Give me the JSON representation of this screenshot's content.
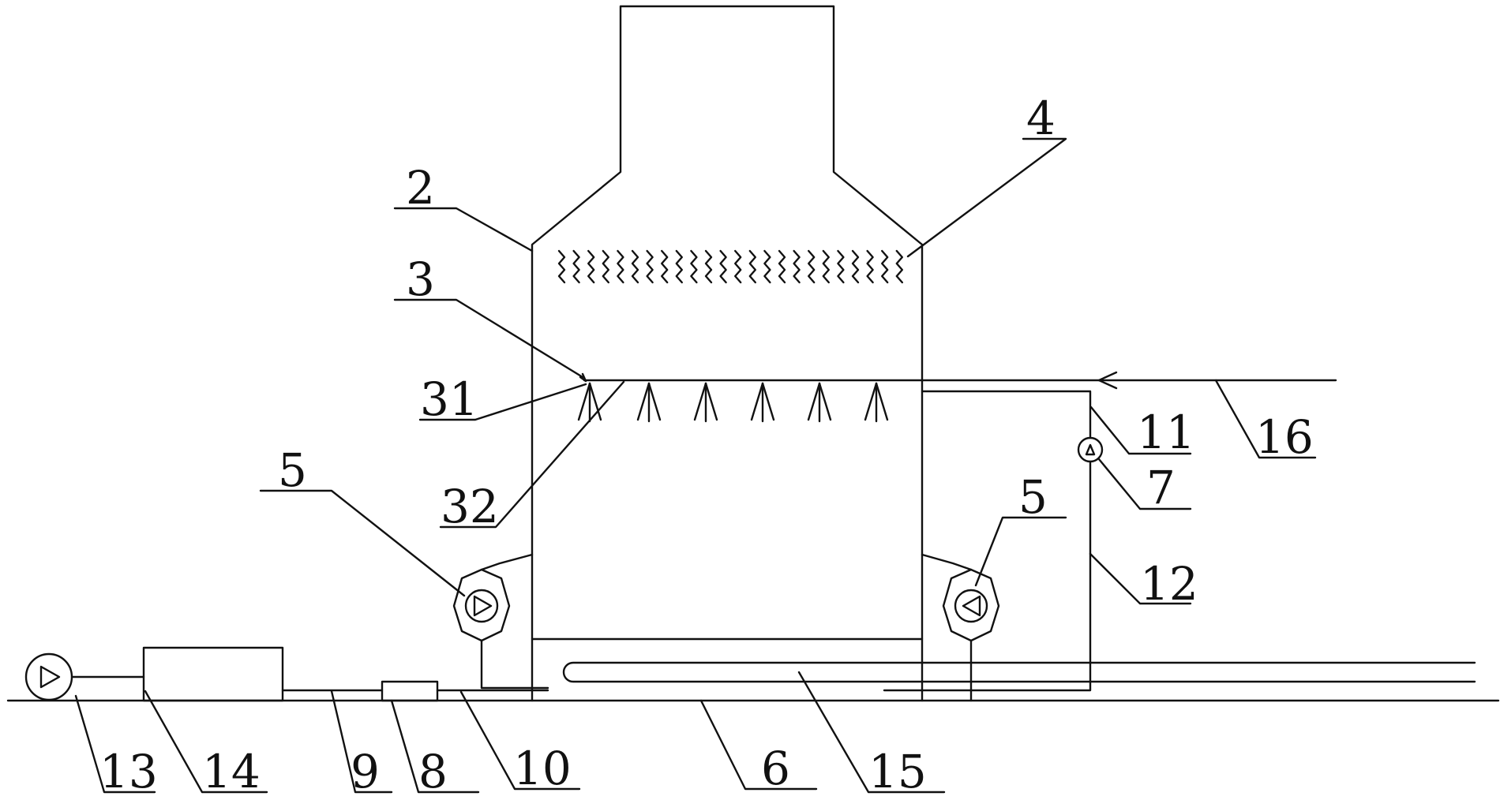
{
  "labels": {
    "l2": "2",
    "l3": "3",
    "l4": "4",
    "l31": "31",
    "l32": "32",
    "l5_left": "5",
    "l5_right": "5",
    "l11": "11",
    "l16": "16",
    "l7": "7",
    "l12": "12",
    "l13": "13",
    "l14": "14",
    "l9": "9",
    "l8": "8",
    "l10": "10",
    "l6": "6",
    "l15": "15"
  },
  "icons": {
    "blower_left": "triangle-right-pump-icon",
    "blower_right": "triangle-left-pump-icon",
    "pump_13": "triangle-right-pump-icon",
    "pump_7": "triangle-up-pump-icon",
    "flow_arrow_16": "arrow-left-icon",
    "mist_eliminator": "zigzag-icon",
    "spray_nozzle": "spray-nozzle-icon"
  },
  "colors": {
    "stroke": "#111111",
    "background": "#ffffff"
  }
}
